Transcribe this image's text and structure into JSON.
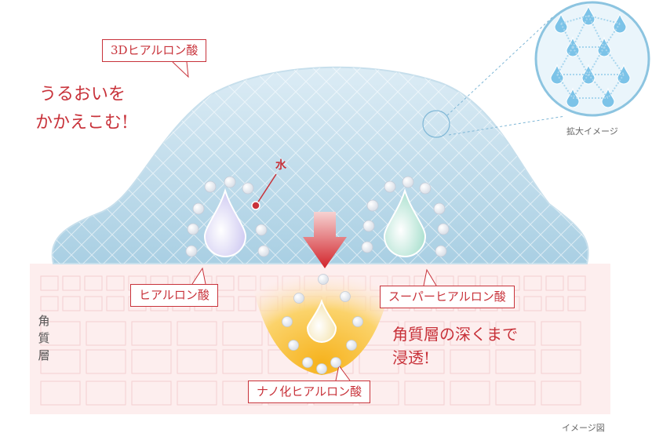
{
  "labels": {
    "hyaluronic_3d": "3Dヒアルロン酸",
    "hold_moisture_line1": "うるおいを",
    "hold_moisture_line2": "かかえこむ!",
    "water": "水",
    "hyaluronic": "ヒアルロン酸",
    "super_hyaluronic": "スーパーヒアルロン酸",
    "nano_hyaluronic": "ナノ化ヒアルロン酸",
    "penetrate_line1": "角質層の深くまで",
    "penetrate_line2": "浸透!",
    "stratum_corneum": "角質層",
    "zoom_image": "拡大イメージ",
    "image_figure": "イメージ図"
  },
  "colors": {
    "accent_red": "#c8323a",
    "dome_blue": "#b4d6e8",
    "skin_pink": "#fdeeee",
    "nano_orange": "#f5a623"
  }
}
